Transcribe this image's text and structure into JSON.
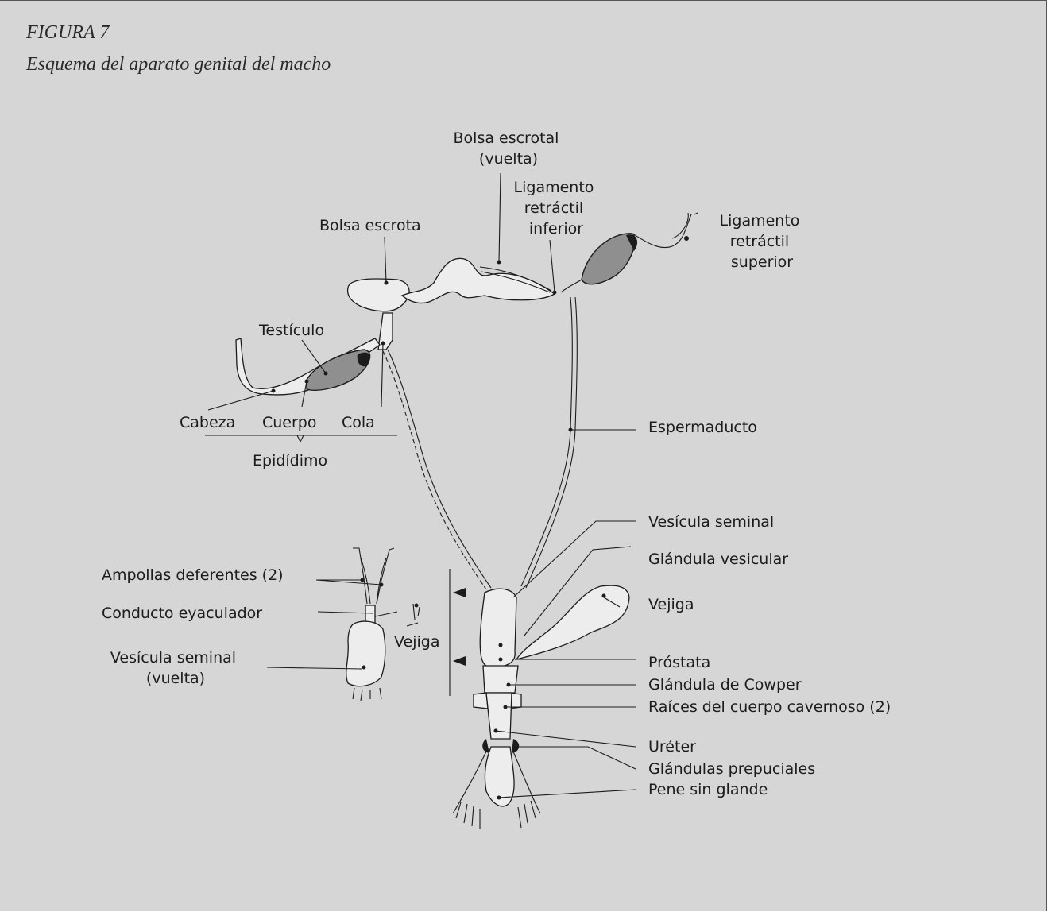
{
  "figure": {
    "title": "FIGURA 7",
    "subtitle": "Esquema del aparato genital del macho"
  },
  "labels": {
    "bolsa_escrotal_vuelta": [
      "Bolsa escrotal",
      "(vuelta)"
    ],
    "ligamento_inferior": [
      "Ligamento",
      "retráctil",
      "inferior"
    ],
    "ligamento_superior": [
      "Ligamento",
      "retráctil",
      "superior"
    ],
    "bolsa_escrota": "Bolsa escrota",
    "testiculo": "Testículo",
    "cabeza": "Cabeza",
    "cuerpo": "Cuerpo",
    "cola": "Cola",
    "epididimo": "Epidídimo",
    "espermaducto": "Espermaducto",
    "vesicula_seminal": "Vesícula seminal",
    "glandula_vesicular": "Glándula vesicular",
    "vejiga_right": "Vejiga",
    "prostata": "Próstata",
    "glandula_cowper": "Glándula de Cowper",
    "raices": "Raíces del cuerpo cavernoso (2)",
    "ureter": "Uréter",
    "glandulas_prepuciales": "Glándulas prepuciales",
    "pene": "Pene sin glande",
    "ampollas": "Ampollas deferentes (2)",
    "conducto": "Conducto eyaculador",
    "vesicula_vuelta": [
      "Vesícula seminal",
      "(vuelta)"
    ],
    "vejiga_left": "Vejiga"
  }
}
